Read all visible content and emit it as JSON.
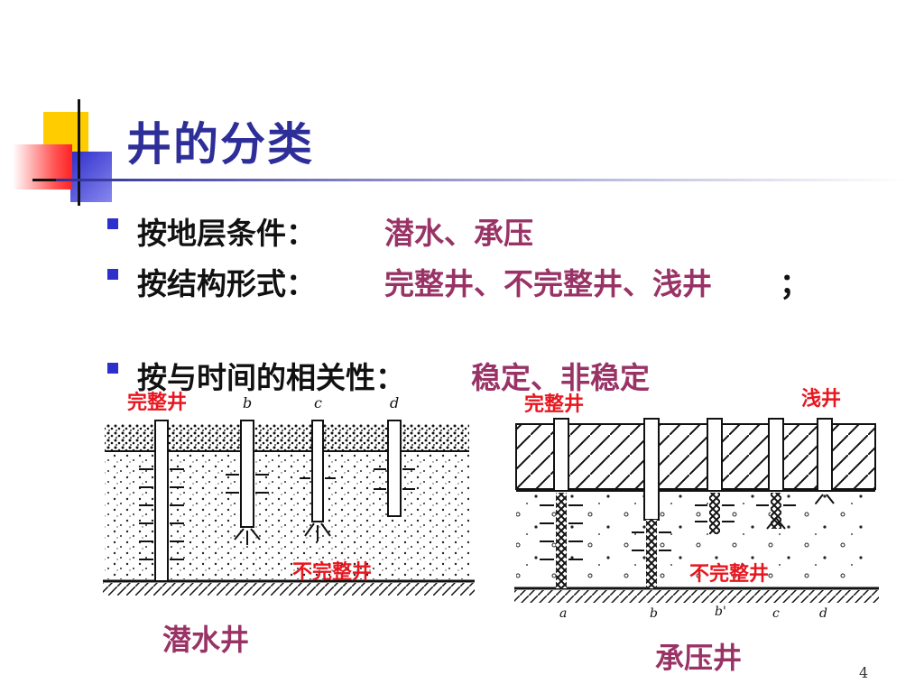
{
  "title": "井的分类",
  "bullets": [
    {
      "label": "按地层条件：",
      "value": "潜水、承压",
      "suffix": ""
    },
    {
      "label": "按结构形式：",
      "value": "完整井、不完整井、浅井",
      "suffix": "；"
    },
    {
      "label": "按与时间的相关性：",
      "value": "稳定、非稳定",
      "suffix": ""
    }
  ],
  "diagram_left": {
    "caption": "潜水井",
    "label_complete": "完整井",
    "label_incomplete": "不完整井",
    "letters": [
      "b",
      "c",
      "d"
    ]
  },
  "diagram_right": {
    "caption": "承压井",
    "label_complete": "完整井",
    "label_shallow": "浅井",
    "label_incomplete": "不完整井",
    "letters": [
      "a",
      "b",
      "b'",
      "c",
      "d"
    ]
  },
  "page_number": "4",
  "colors": {
    "title": "#2e2e99",
    "accent_text": "#993366",
    "label_red": "#e8161f",
    "bullet": "#2e2ecc"
  }
}
